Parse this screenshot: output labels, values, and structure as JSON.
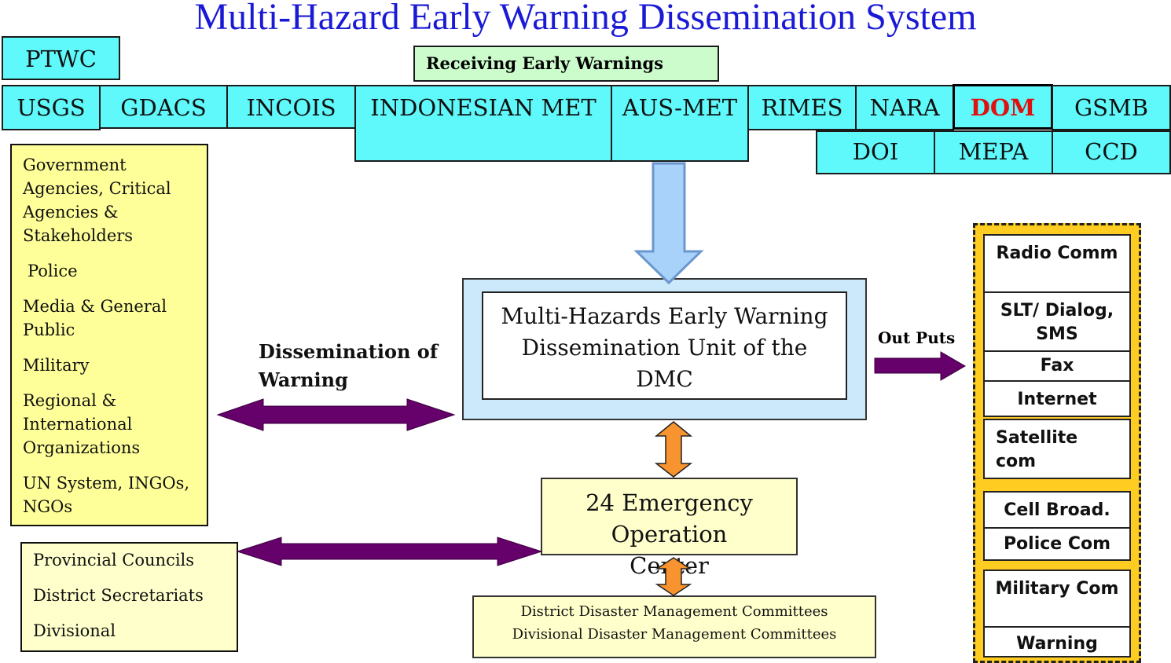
{
  "title": "Multi-Hazard Early Warning Dissemination System",
  "receiving_label": "Receiving Early Warnings",
  "sources": {
    "ptwc": "PTWC",
    "usgs": "USGS",
    "gdacs": "GDACS",
    "incois": "INCOIS",
    "indonesian_met": "INDONESIAN  MET",
    "aus_met": "AUS-MET",
    "rimes": "RIMES",
    "nara": "NARA",
    "dom": "DOM",
    "gsmb": "GSMB",
    "doi": "DOI",
    "mepa": "MEPA",
    "ccd": "CCD"
  },
  "stakeholders": [
    "Government Agencies, Critical Agencies & Stakeholders",
    "Police",
    "Media & General Public",
    "Military",
    "Regional & International Organizations",
    "UN System, INGOs, NGOs"
  ],
  "local_bodies": [
    "Provincial Councils",
    "District Secretariats",
    "Divisional"
  ],
  "dissemination_label": "Dissemination of Warning",
  "central_unit": "Multi-Hazards Early Warning Dissemination Unit of  the DMC",
  "eoc": "24 Emergency Operation Center",
  "district": {
    "line1": "District Disaster Management Committees",
    "line2": "Divisional Disaster Management Committees"
  },
  "outputs_label": "Out Puts",
  "outputs": {
    "radio": "Radio Comm",
    "slt": "SLT/ Dialog, SMS",
    "fax": "Fax",
    "internet": "Internet",
    "satellite": "Satellite com",
    "cell": "Cell Broad.",
    "police": "Police Com",
    "military": "Military Com",
    "extra": "Warning"
  },
  "colors": {
    "title": "#1a1ad6",
    "source_box": "#5ff9fb",
    "dom_text": "#e01010",
    "arrow_down": "#a9d2fb",
    "arrow_purple": "#66006b",
    "arrow_orange": "#f7942f",
    "stakeholder_box": "#ffff99",
    "output_frame": "#ffcc22"
  }
}
